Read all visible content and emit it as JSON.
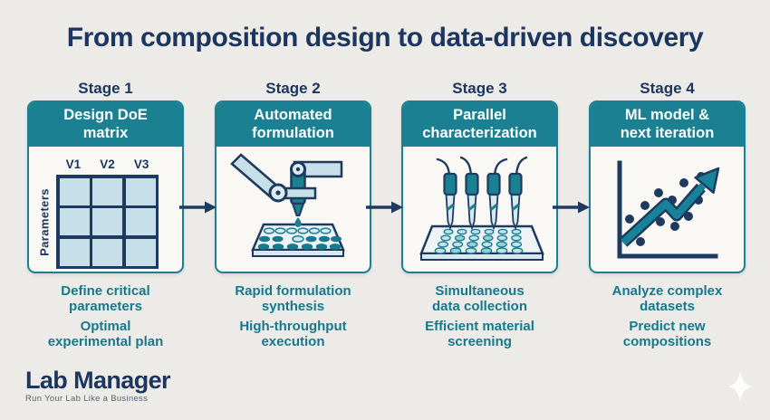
{
  "title": "From composition design to data-driven discovery",
  "stages": [
    {
      "label": "Stage 1",
      "header": "Design DoE\nmatrix",
      "icon": "doe-matrix-icon",
      "bullets": [
        "Define critical\nparameters",
        "Optimal\nexperimental plan"
      ]
    },
    {
      "label": "Stage 2",
      "header": "Automated\nformulation",
      "icon": "robot-arm-icon",
      "bullets": [
        "Rapid formulation\nsynthesis",
        "High-throughput\nexecution"
      ]
    },
    {
      "label": "Stage 3",
      "header": "Parallel\ncharacterization",
      "icon": "parallel-probes-icon",
      "bullets": [
        "Simultaneous\ndata collection",
        "Efficient material\nscreening"
      ]
    },
    {
      "label": "Stage 4",
      "header": "ML model &\nnext iteration",
      "icon": "scatter-trend-icon",
      "bullets": [
        "Analyze complex\ndatasets",
        "Predict new\ncompositions"
      ]
    }
  ],
  "doe_matrix": {
    "columns": [
      "V1",
      "V2",
      "V3"
    ],
    "row_axis_label": "Parameters",
    "grid": "3x3"
  },
  "logo": {
    "name": "Lab Manager",
    "tagline": "Run Your Lab Like a Business"
  },
  "colors": {
    "background": "#edebe8",
    "navy": "#1d3660",
    "teal": "#1a8092",
    "teal_text": "#15798e",
    "light_blue": "#c7dfe9",
    "card_bg": "#f9f8f5"
  }
}
